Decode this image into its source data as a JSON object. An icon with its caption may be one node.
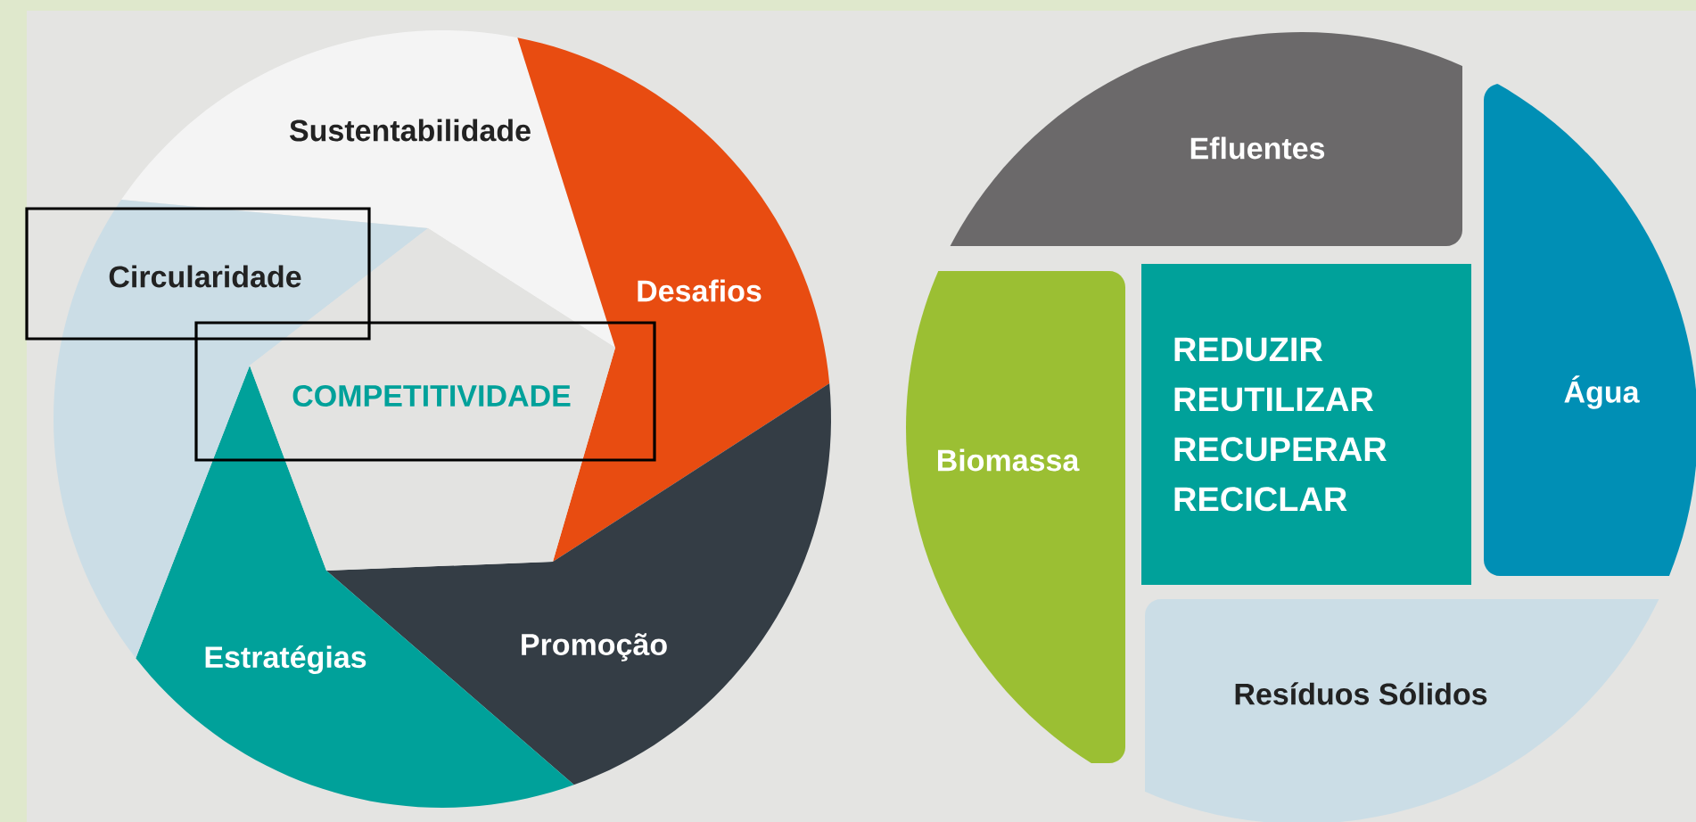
{
  "diagram": {
    "nodes": [
      {
        "text": [
          "Sustentabilidade"
        ]
      },
      {
        "text": [
          "Desafios"
        ]
      },
      {
        "text": [
          "Promoção"
        ]
      },
      {
        "text": [
          "Estratégias"
        ]
      },
      {
        "text": [
          "Circularidade"
        ]
      },
      {
        "text": [
          "COMPETITIVIDADE"
        ]
      },
      {
        "text": [
          "Efluentes"
        ]
      },
      {
        "text": [
          "Biomassa"
        ]
      },
      {
        "text": [
          "REDUZIR",
          "REUTILIZAR",
          "RECUPERAR",
          "RECICLAR"
        ]
      },
      {
        "text": [
          "Água"
        ]
      },
      {
        "text": [
          "Resíduos Sólidos"
        ]
      }
    ]
  }
}
